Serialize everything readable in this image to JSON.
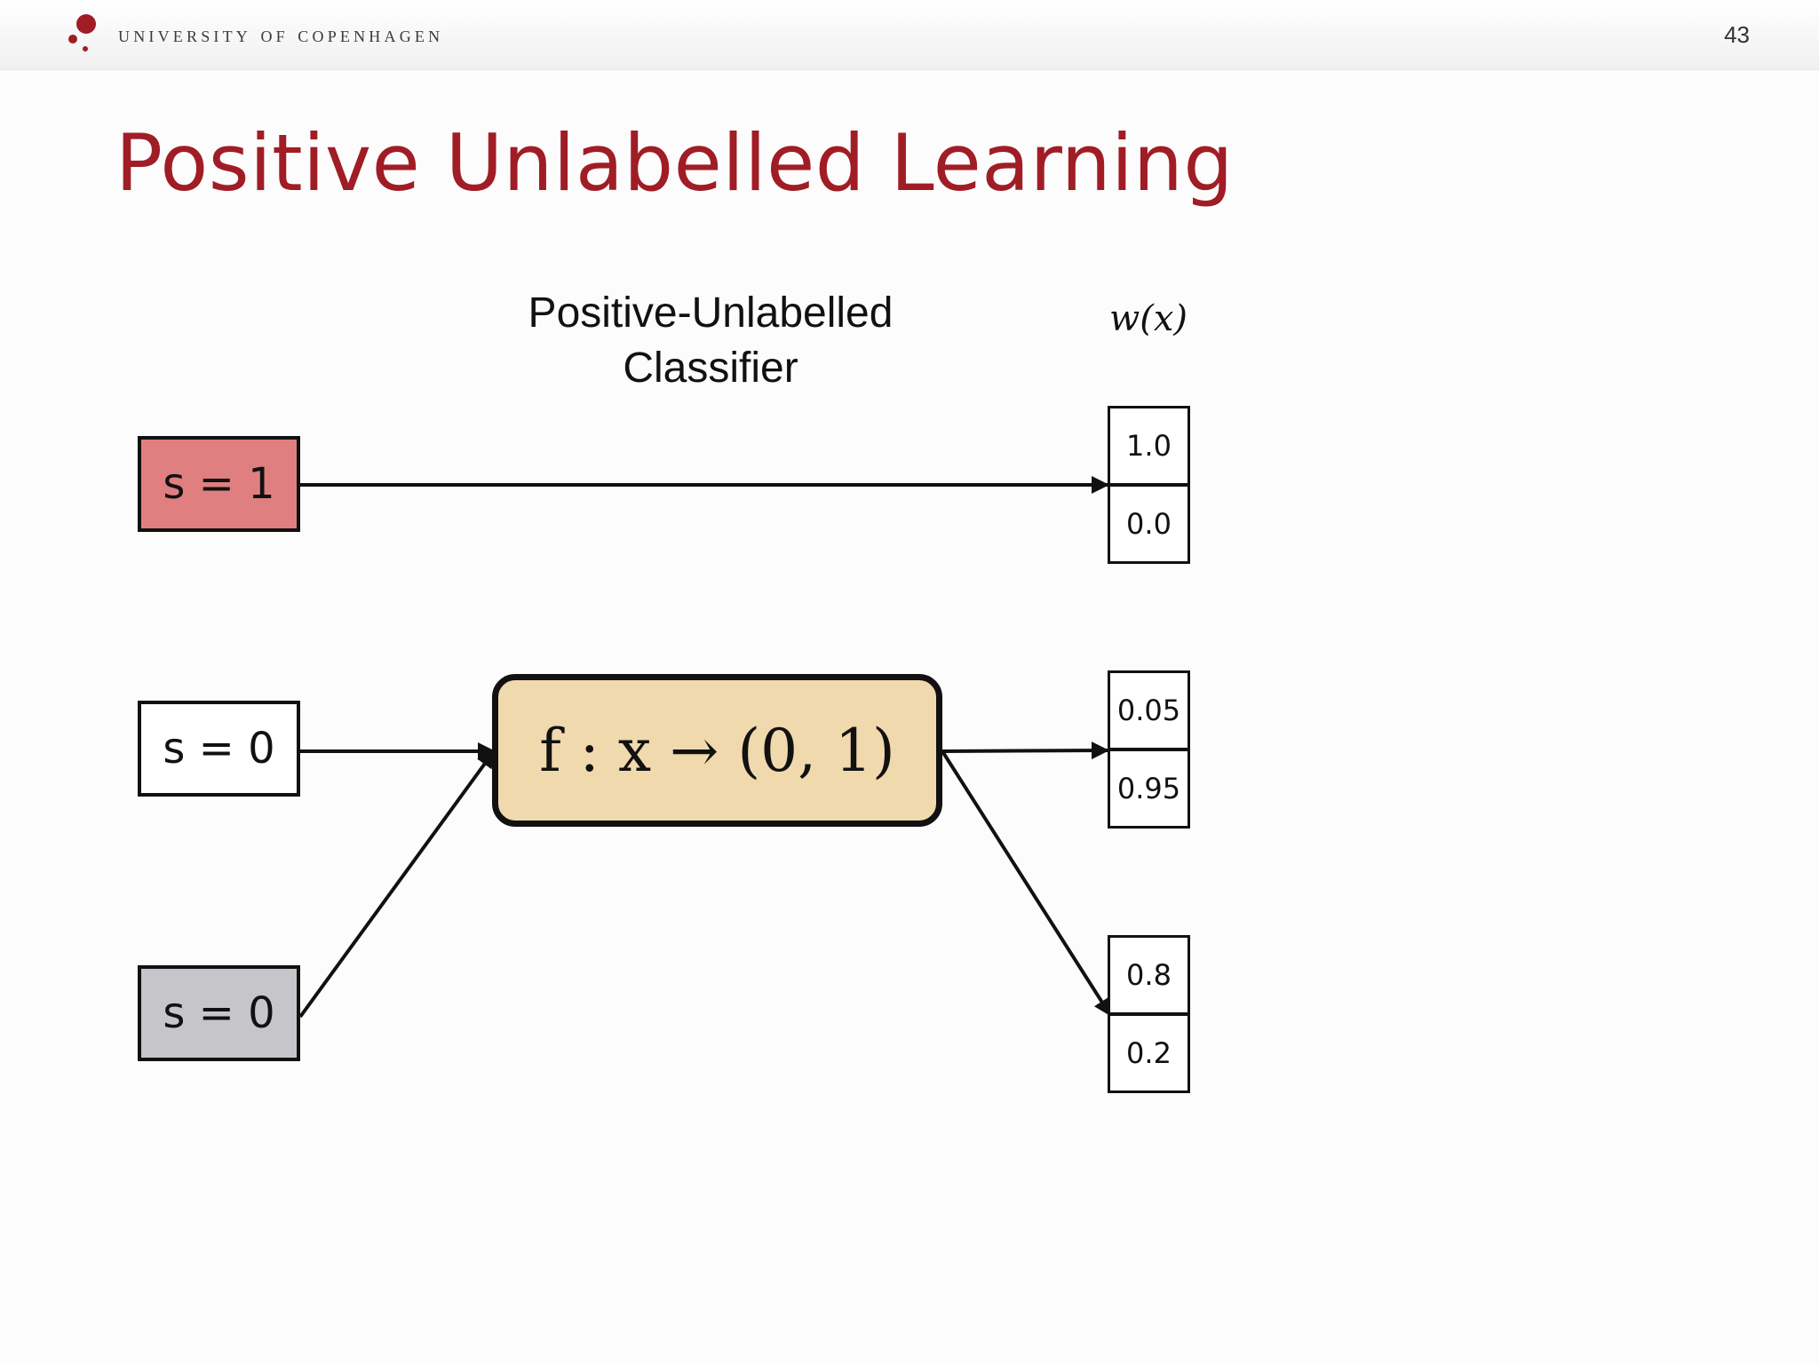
{
  "header": {
    "university": "University of Copenhagen",
    "page_number": "43",
    "brand_color": "#a01d26"
  },
  "slide": {
    "title": "Positive Unlabelled Learning"
  },
  "diagram": {
    "classifier_caption_line1": "Positive-Unlabelled",
    "classifier_caption_line2": "Classifier",
    "weight_label": "w(x)",
    "function_label": "f : x → (0, 1)",
    "inputs": [
      {
        "label": "s = 1",
        "color": "#e07f80"
      },
      {
        "label": "s = 0",
        "color": "#ffffff"
      },
      {
        "label": "s = 0",
        "color": "#c6c5c9"
      }
    ],
    "function_box_color": "#f1d9ae",
    "outputs": [
      {
        "top": "1.0",
        "bottom": "0.0"
      },
      {
        "top": "0.05",
        "bottom": "0.95"
      },
      {
        "top": "0.8",
        "bottom": "0.2"
      }
    ]
  }
}
